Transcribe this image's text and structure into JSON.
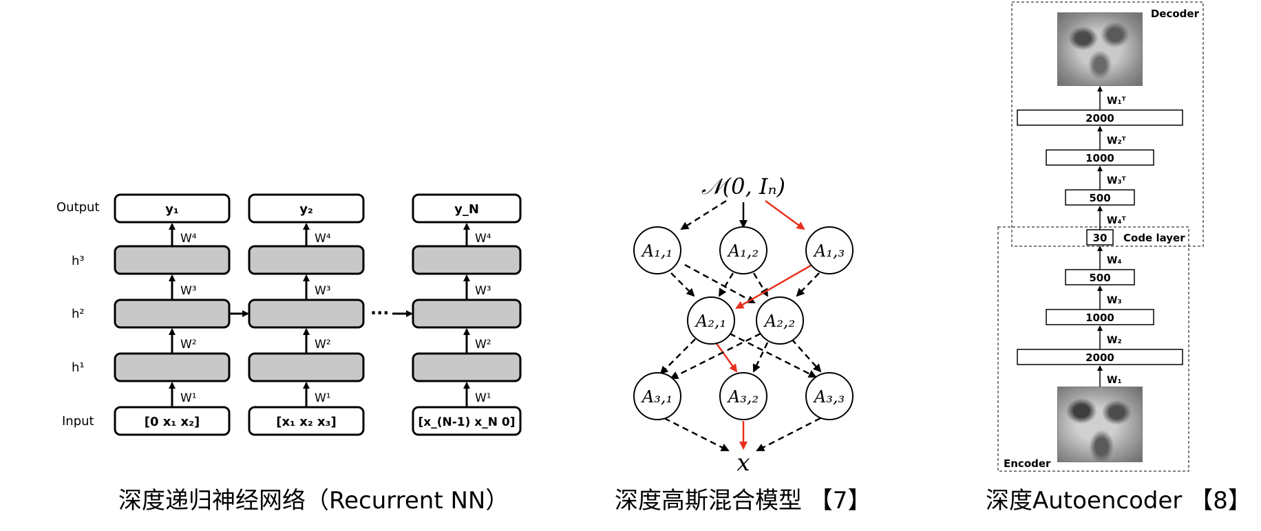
{
  "rnn": {
    "row_labels": [
      "Output",
      "h³",
      "h²",
      "h¹",
      "Input"
    ],
    "outputs": [
      "y₁",
      "y₂",
      "y_N"
    ],
    "inputs": [
      "[0 x₁ x₂]",
      "[x₁ x₂ x₃]",
      "[x_(N-1) x_N 0]"
    ],
    "weights": [
      "W⁴",
      "W³",
      "W²",
      "W¹"
    ],
    "ellipsis": "···",
    "caption": "深度递归神经网络（Recurrent NN）"
  },
  "gmm": {
    "top_label": "𝒩(0, Iₙ)",
    "nodes": [
      "A₁,₁",
      "A₁,₂",
      "A₁,₃",
      "A₂,₁",
      "A₂,₂",
      "A₃,₁",
      "A₃,₂",
      "A₃,₃"
    ],
    "output_label": "x",
    "caption": "深度高斯混合模型 【7】"
  },
  "ae": {
    "decoder_label": "Decoder",
    "encoder_label": "Encoder",
    "code_layer_label": "Code layer",
    "layers": [
      "2000",
      "1000",
      "500",
      "30",
      "500",
      "1000",
      "2000"
    ],
    "decoder_weights": [
      "W₁ᵀ",
      "W₂ᵀ",
      "W₃ᵀ",
      "W₄ᵀ"
    ],
    "encoder_weights": [
      "W₄",
      "W₃",
      "W₂",
      "W₁"
    ],
    "caption": "深度Autoencoder 【8】"
  },
  "colors": {
    "highlight": "#e8301e",
    "hidden_fill": "#c8c8c8",
    "line": "#000000"
  }
}
